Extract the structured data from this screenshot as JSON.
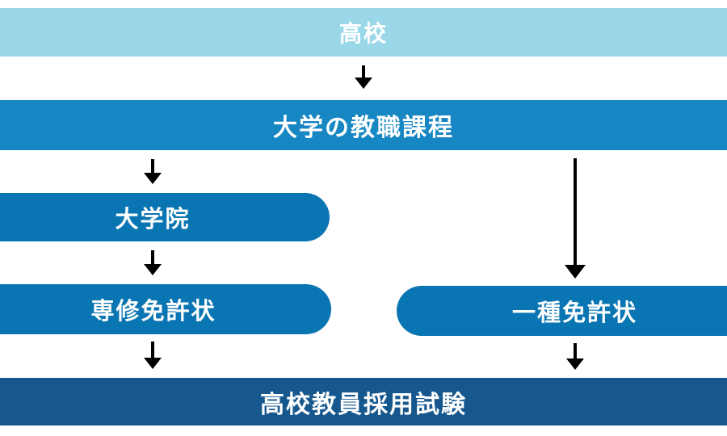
{
  "diagram": {
    "type": "flowchart",
    "language": "ja",
    "nodes": {
      "highschool": {
        "label": "高校",
        "shape": "full-width-bar",
        "fill": "#9ad8e9"
      },
      "course": {
        "label": "大学の教職課程",
        "shape": "full-width-bar",
        "fill": "#1787c3"
      },
      "gradschool": {
        "label": "大学院",
        "shape": "left-bar-rounded-right",
        "fill": "#0a75b3"
      },
      "senshu": {
        "label": "専修免許状",
        "shape": "left-bar-rounded-right",
        "fill": "#0a75b3"
      },
      "isshu": {
        "label": "一種免許状",
        "shape": "right-bar-rounded-left",
        "fill": "#0a75b3"
      },
      "exam": {
        "label": "高校教員採用試験",
        "shape": "full-width-bar",
        "fill": "#16588e"
      }
    },
    "edges": [
      {
        "from": "highschool",
        "to": "course",
        "style": "short-down-arrow"
      },
      {
        "from": "course",
        "to": "gradschool",
        "style": "short-down-arrow"
      },
      {
        "from": "gradschool",
        "to": "senshu",
        "style": "short-down-arrow"
      },
      {
        "from": "course",
        "to": "isshu",
        "style": "long-down-arrow"
      },
      {
        "from": "senshu",
        "to": "exam",
        "style": "short-down-arrow"
      },
      {
        "from": "isshu",
        "to": "exam",
        "style": "short-down-arrow"
      }
    ],
    "colors": {
      "light_blue": "#9ad8e9",
      "medium_blue": "#1787c3",
      "deep_blue": "#0a75b3",
      "navy": "#16588e",
      "arrow": "#000000",
      "text": "#ffffff",
      "background": "#ffffff"
    }
  }
}
